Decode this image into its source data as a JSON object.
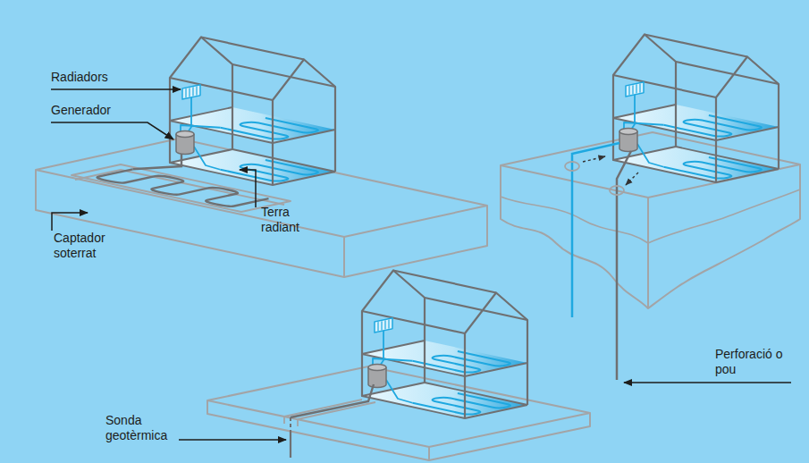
{
  "diagram": {
    "labels": [
      "Radiadors",
      "Generador",
      "Captador soterrat",
      "Terra radiant",
      "Sonda geotèrmica",
      "Perforació o pou"
    ]
  }
}
